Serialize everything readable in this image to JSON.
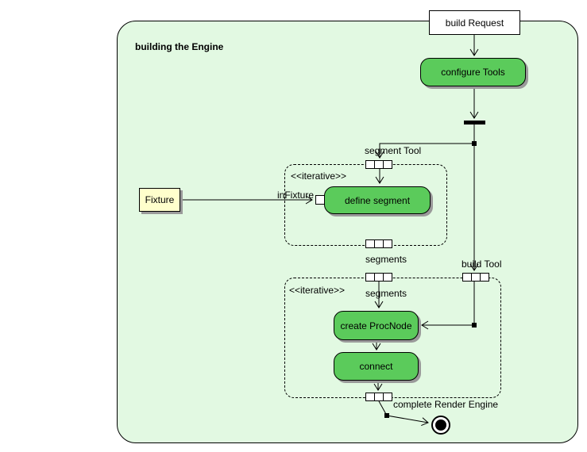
{
  "frame": {
    "title": "building the Engine"
  },
  "boxes": {
    "build_request": "build Request",
    "fixture": "Fixture"
  },
  "nodes": {
    "configure_tools": "configure Tools",
    "define_segment": "define segment",
    "create_procnode": "create ProcNode",
    "connect": "connect"
  },
  "labels": {
    "segment_tool": "segment Tool",
    "iterative_1": "<<iterative>>",
    "in_fixture": "inFixture",
    "segments_out": "segments",
    "build_tool": "build Tool",
    "segments_in": "segments",
    "iterative_2": "<<iterative>>",
    "complete_render_engine": "complete Render Engine"
  },
  "colors": {
    "frame_fill": "#e2f9e2",
    "node_fill": "#5bcb5b",
    "note_fill": "#ffffcc",
    "shadow": "#9a9a9a"
  }
}
